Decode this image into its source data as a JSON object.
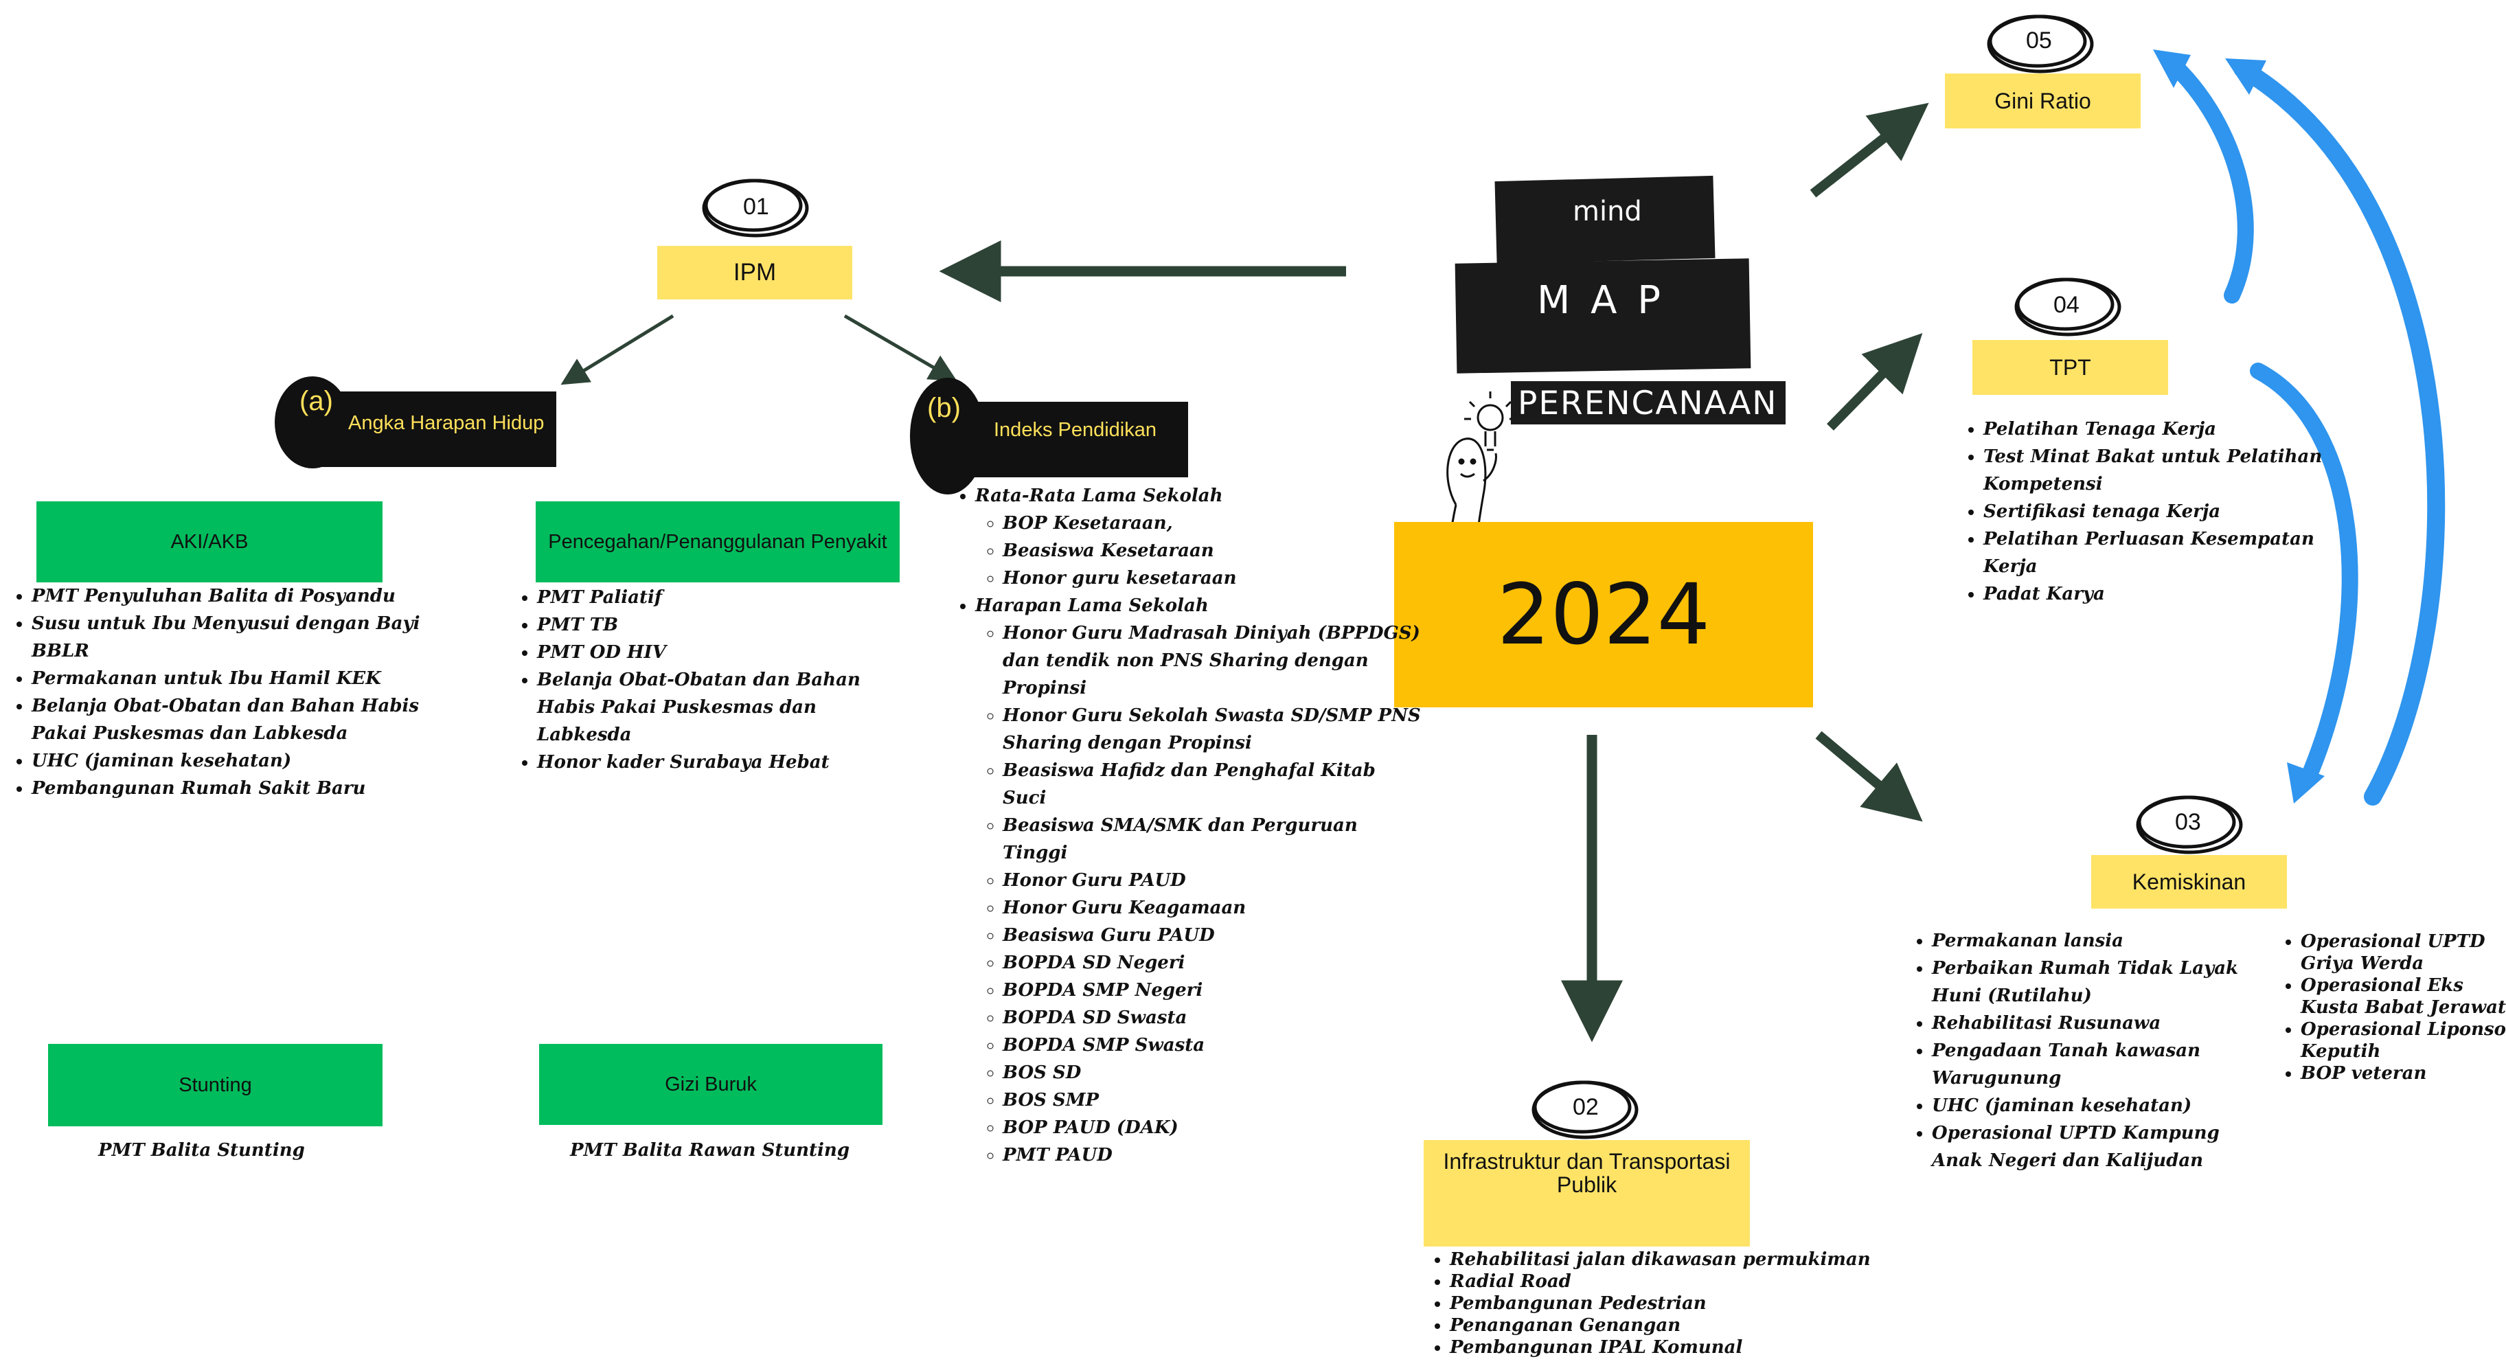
{
  "colors": {
    "arrow_dark": "#2d4336",
    "arrow_blue": "#2f95ee",
    "yellow_box": "#fee367",
    "green_box": "#01bc5c",
    "year_box": "#fdc004",
    "pill_text": "#fde05a",
    "black": "#111111"
  },
  "icons": [
    "lightbulb-person-doodle-icon",
    "scribble-circle-icon",
    "arrow-icon",
    "curved-arrow-icon"
  ],
  "title": {
    "mind": "mind",
    "map": "M A P",
    "perencanaan": "PERENCANAAN",
    "year": "2024"
  },
  "ipm": {
    "number": "01",
    "label": "IPM",
    "branch_a": {
      "letter": "(a)",
      "label": "Angka Harapan Hidup",
      "aki": {
        "label": "AKI/AKB",
        "items": [
          "PMT Penyuluhan Balita di Posyandu",
          "Susu untuk Ibu Menyusui dengan Bayi BBLR",
          "Permakanan untuk Ibu Hamil KEK",
          "Belanja Obat-Obatan dan Bahan Habis Pakai Puskesmas dan Labkesda",
          "UHC (jaminan kesehatan)",
          "Pembangunan Rumah Sakit Baru"
        ]
      },
      "pencegahan": {
        "label": "Pencegahan/Penanggulanan Penyakit",
        "items": [
          "PMT Paliatif",
          "PMT TB",
          "PMT OD HIV",
          "Belanja Obat-Obatan dan Bahan Habis Pakai Puskesmas dan Labkesda",
          "Honor kader Surabaya Hebat"
        ]
      },
      "stunting": {
        "label": "Stunting",
        "item": "PMT Balita Stunting"
      },
      "gizi": {
        "label": "Gizi Buruk",
        "item": "PMT Balita Rawan Stunting"
      }
    },
    "branch_b": {
      "letter": "(b)",
      "label": "Indeks Pendidikan",
      "rata": {
        "label": "Rata-Rata Lama Sekolah",
        "items": [
          "BOP Kesetaraan,",
          "Beasiswa Kesetaraan",
          "Honor guru kesetaraan"
        ]
      },
      "harapan": {
        "label": "Harapan Lama Sekolah",
        "items": [
          "Honor Guru Madrasah Diniyah (BPPDGS) dan tendik non PNS Sharing dengan Propinsi",
          "Honor Guru Sekolah Swasta SD/SMP PNS Sharing dengan Propinsi",
          "Beasiswa Hafidz dan Penghafal Kitab Suci",
          "Beasiswa SMA/SMK dan Perguruan Tinggi",
          "Honor Guru PAUD",
          "Honor Guru Keagamaan",
          "Beasiswa Guru PAUD",
          "BOPDA SD Negeri",
          "BOPDA SMP Negeri",
          "BOPDA SD Swasta",
          "BOPDA SMP Swasta",
          "BOS SD",
          "BOS SMP",
          "BOP PAUD (DAK)",
          "PMT PAUD"
        ]
      }
    }
  },
  "infra": {
    "number": "02",
    "label": "Infrastruktur dan Transportasi Publik",
    "items": [
      "Rehabilitasi jalan dikawasan permukiman",
      "Radial Road",
      "Pembangunan Pedestrian",
      "Penanganan Genangan",
      "Pembangunan IPAL Komunal"
    ]
  },
  "kemiskinan": {
    "number": "03",
    "label": "Kemiskinan",
    "items_left": [
      "Permakanan lansia",
      "Perbaikan Rumah Tidak Layak Huni (Rutilahu)",
      "Rehabilitasi Rusunawa",
      "Pengadaan Tanah kawasan Warugunung",
      "UHC (jaminan kesehatan)",
      "Operasional UPTD Kampung Anak Negeri dan Kalijudan"
    ],
    "items_right": [
      "Operasional UPTD Griya Werda",
      "Operasional Eks Kusta Babat Jerawat",
      "Operasional Liponsos Keputih",
      "BOP veteran"
    ]
  },
  "tpt": {
    "number": "04",
    "label": "TPT",
    "items": [
      "Pelatihan Tenaga Kerja",
      "Test Minat Bakat untuk Pelatihan Kompetensi",
      "Sertifikasi tenaga Kerja",
      "Pelatihan Perluasan Kesempatan Kerja",
      "Padat Karya"
    ]
  },
  "gini": {
    "number": "05",
    "label": "Gini Ratio"
  }
}
